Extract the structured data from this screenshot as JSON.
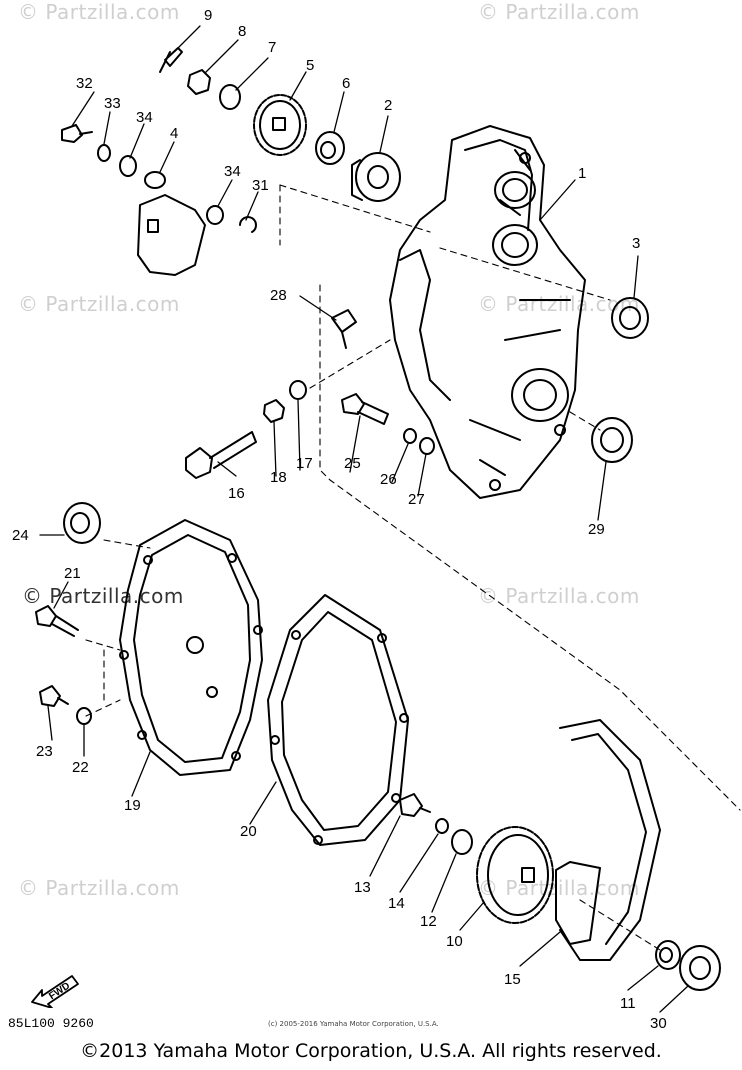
{
  "diagram": {
    "watermark_text": "Partzilla.com",
    "catalog_code": "85L100 9260",
    "micro_notice": "(c) 2005-2016 Yamaha Motor Corporation, U.S.A.",
    "copyright": "©2013 Yamaha Motor Corporation, U.S.A. All rights reserved.",
    "fwd_label": "FWD",
    "callouts": [
      "1",
      "2",
      "3",
      "4",
      "5",
      "6",
      "7",
      "8",
      "9",
      "10",
      "11",
      "13",
      "14",
      "15",
      "16",
      "17",
      "18",
      "19",
      "20",
      "21",
      "22",
      "23",
      "24",
      "25",
      "26",
      "27",
      "28",
      "29",
      "30",
      "31",
      "32",
      "33",
      "34",
      "34",
      "12"
    ]
  }
}
